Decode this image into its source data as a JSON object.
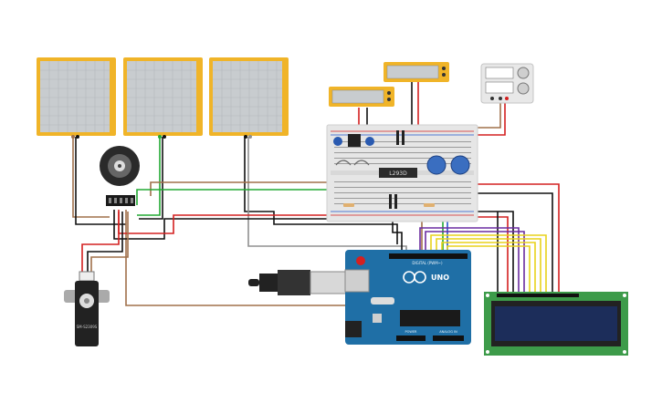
{
  "labels": {
    "ic_chip": "L293D",
    "board_header": "DIGITAL (PWM~)",
    "board_brand": "UNO",
    "board_power": "POWER",
    "board_analog": "ANALOG IN",
    "servo_label": "SM-S2309S"
  },
  "colors": {
    "oscilloscope_frame": "#f0b428",
    "oscilloscope_screen": "#c8cccf",
    "arduino_board": "#1f6fa6",
    "lcd_board": "#3d9b4a",
    "lcd_screen": "#1c2d5a",
    "breadboard": "#e6e6e6",
    "wire_red": "#d42020",
    "wire_black": "#111111",
    "wire_green": "#22aa33",
    "wire_brown": "#a0704a",
    "wire_gray": "#909090",
    "wire_yellow": "#e8d21c",
    "wire_purple": "#6a2ca0",
    "wire_blue": "#2255cc"
  }
}
